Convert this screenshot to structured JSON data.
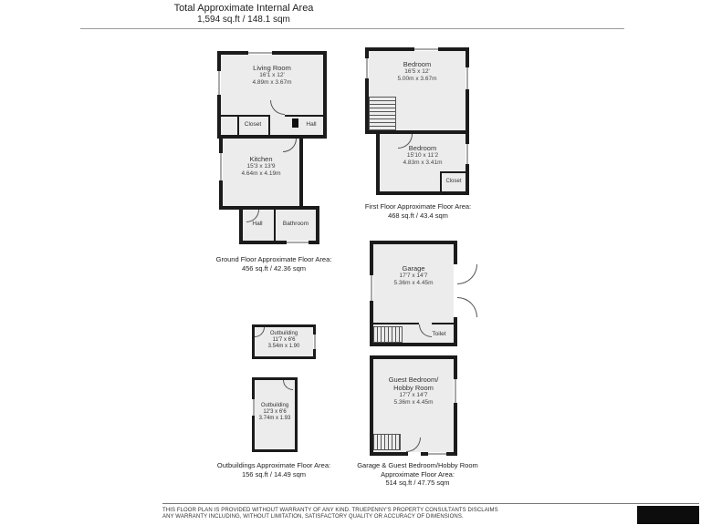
{
  "header": {
    "title": "Total Approximate Internal Area",
    "subtitle": "1,594 sq.ft / 148.1 sqm"
  },
  "ground": {
    "living_name": "Living Room",
    "living_ft": "16'1 x 12'",
    "living_m": "4.89m x 3.67m",
    "closet": "Closet",
    "hall_upper": "Hall",
    "kitchen_name": "Kitchen",
    "kitchen_ft": "15'3 x 13'9",
    "kitchen_m": "4.64m x 4.19m",
    "hall_lower": "Hall",
    "bathroom": "Bathroom",
    "caption1": "Ground Floor Approximate Floor Area:",
    "caption2": "456 sq.ft / 42.36 sqm"
  },
  "first": {
    "bed1_name": "Bedroom",
    "bed1_ft": "16'5 x 12'",
    "bed1_m": "5.00m x 3.67m",
    "bed2_name": "Bedroom",
    "bed2_ft": "15'10 x 11'2",
    "bed2_m": "4.83m x 3.41m",
    "closet": "Closet",
    "caption1": "First Floor Approximate Floor Area:",
    "caption2": "468 sq.ft / 43.4 sqm"
  },
  "garage": {
    "name": "Garage",
    "ft": "17'7 x 14'7",
    "m": "5.36m x 4.45m",
    "toilet": "Toilet"
  },
  "guest": {
    "name1": "Guest Bedroom/",
    "name2": "Hobby Room",
    "ft": "17'7 x 14'7",
    "m": "5.36m x 4.45m",
    "caption1": "Garage & Guest Bedroom/Hobby Room",
    "caption2": "Approximate Floor Area:",
    "caption3": "514 sq.ft / 47.75 sqm"
  },
  "outbuildings": {
    "out1_name": "Outbuilding",
    "out1_ft": "11'7 x 6'6",
    "out1_m": "3.54m x 1.90",
    "out2_name": "Outbuilding",
    "out2_ft": "12'3 x 6'6",
    "out2_m": "3.74m x 1.93",
    "caption1": "Outbuildings Approximate Floor Area:",
    "caption2": "156 sq.ft / 14.49 sqm"
  },
  "footer": {
    "line1": "THIS FLOOR PLAN IS PROVIDED WITHOUT WARRANTY OF ANY KIND. TRUEPENNY'S PROPERTY CONSULTANTS DISCLAIMS",
    "line2": "ANY WARRANTY INCLUDING, WITHOUT LIMITATION, SATISFACTORY QUALITY OR ACCURACY OF DIMENSIONS."
  },
  "colors": {
    "wall": "#1b1b1b",
    "fill": "#ececec"
  }
}
